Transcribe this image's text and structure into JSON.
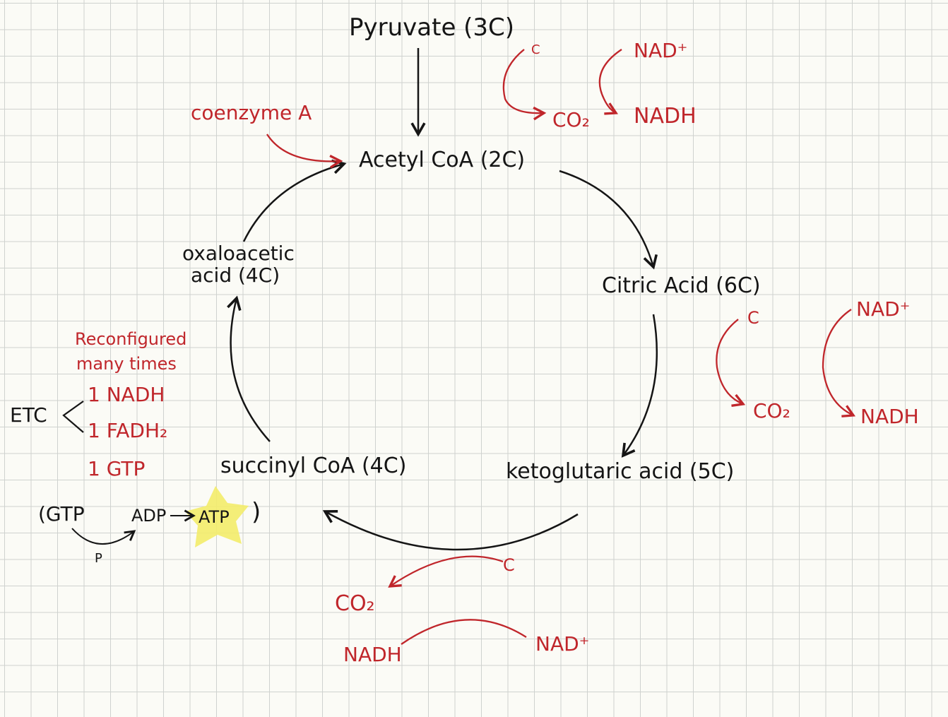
{
  "diagram": {
    "main": {
      "pyruvate": "Pyruvate (3C)",
      "acetyl_coa": "Acetyl CoA (2C)",
      "citric_acid": "Citric Acid (6C)",
      "ketoglutaric_acid": "ketoglutaric acid (5C)",
      "succinyl_coa": "succinyl CoA (4C)",
      "oxaloacetic_line1": "oxaloacetic",
      "oxaloacetic_line2": "acid (4C)"
    },
    "pyruvate_step": {
      "c": "C",
      "co2": "CO₂",
      "nad_plus": "NAD⁺",
      "nadh": "NADH"
    },
    "coenzyme": "coenzyme A",
    "citric_step": {
      "c": "C",
      "co2": "CO₂",
      "nad_plus": "NAD⁺",
      "nadh": "NADH"
    },
    "keto_step": {
      "c": "C",
      "co2": "CO₂",
      "nadh": "NADH",
      "nad_plus": "NAD⁺"
    },
    "reconfigured_line1": "Reconfigured",
    "reconfigured_line2": "many times",
    "etc": "ETC",
    "yields": {
      "nadh": "1 NADH",
      "fadh2": "1 FADH₂",
      "gtp": "1 GTP"
    },
    "gtp_note": {
      "open": "(GTP",
      "adp": "ADP",
      "atp": "ATP",
      "close": ")",
      "p": "P"
    },
    "colors": {
      "ink": "#151515",
      "red_ink": "#c0262b",
      "highlight": "#f3ec6a",
      "grid": "#cfd2cf"
    }
  }
}
